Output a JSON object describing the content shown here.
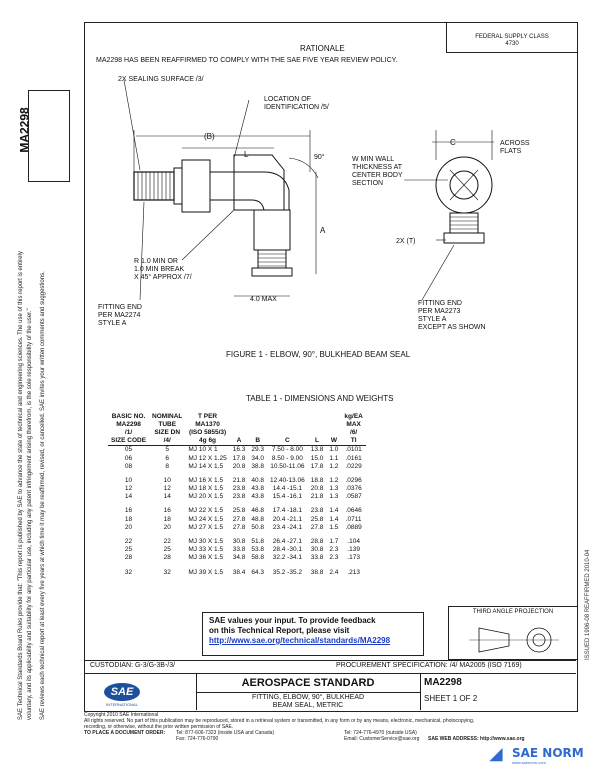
{
  "header": {
    "rationale": "RATIONALE",
    "rationale_text": "MA2298 HAS BEEN REAFFIRMED TO COMPLY WITH THE SAE FIVE YEAR REVIEW POLICY.",
    "fsc_label": "FEDERAL SUPPLY CLASS",
    "fsc_value": "4730",
    "doc_number": "MA2298"
  },
  "drawing": {
    "callouts": [
      "2X SEALING SURFACE /3/",
      "LOCATION OF",
      "IDENTIFICATION /5/",
      "L",
      "(B)",
      "90°",
      "C",
      "ACROSS",
      "FLATS",
      "W MIN WALL",
      "THICKNESS AT",
      "CENTER BODY",
      "SECTION",
      "A",
      "2X (T)",
      "R 1.0 MIN OR",
      "1.0 MIN BREAK",
      "X 45° APPROX /7/",
      "4.0 MAX",
      "FITTING END",
      "PER MA2274",
      "STYLE A",
      "FITTING END",
      "PER MA2273",
      "STYLE A",
      "EXCEPT AS SHOWN"
    ],
    "figure_caption": "FIGURE 1 - ELBOW, 90°, BULKHEAD BEAM SEAL"
  },
  "table": {
    "title": "TABLE 1 - DIMENSIONS AND WEIGHTS",
    "headers": [
      [
        "BASIC NO.",
        "NOMINAL",
        "T PER",
        "",
        "",
        "",
        "",
        "",
        "kg/EA"
      ],
      [
        "MA2298",
        "TUBE",
        "MA1370",
        "",
        "",
        "",
        "",
        "",
        "MAX"
      ],
      [
        "/1/",
        "SIZE DN",
        "(ISO 5855/3)",
        "",
        "",
        "",
        "",
        "",
        "/6/"
      ],
      [
        "SIZE CODE",
        "/4/",
        "4g 6g",
        "A",
        "B",
        "C",
        "L",
        "W",
        "TI"
      ]
    ],
    "groups": [
      [
        [
          "05",
          "5",
          "MJ 10 X 1",
          "16.3",
          "29.3",
          "7.50 - 8.00",
          "13.8",
          "1.0",
          ".0101"
        ],
        [
          "06",
          "6",
          "MJ 12 X 1.25",
          "17.8",
          "34.0",
          "8.50 - 9.00",
          "15.0",
          "1.1",
          ".0161"
        ],
        [
          "08",
          "8",
          "MJ 14 X 1.5",
          "20.8",
          "38.8",
          "10.50-11.06",
          "17.8",
          "1.2",
          ".0229"
        ]
      ],
      [
        [
          "10",
          "10",
          "MJ 16 X 1.5",
          "21.8",
          "40.8",
          "12.40-13.06",
          "18.8",
          "1.2",
          ".0296"
        ],
        [
          "12",
          "12",
          "MJ 18 X 1.5",
          "23.8",
          "43.8",
          "14.4 -15.1",
          "20.8",
          "1.3",
          ".0376"
        ],
        [
          "14",
          "14",
          "MJ 20 X 1.5",
          "23.8",
          "43.8",
          "15.4 -16.1",
          "21.8",
          "1.3",
          ".0587"
        ]
      ],
      [
        [
          "16",
          "16",
          "MJ 22 X 1.5",
          "25.8",
          "46.8",
          "17.4 -18.1",
          "23.8",
          "1.4",
          ".0646"
        ],
        [
          "18",
          "18",
          "MJ 24 X 1.5",
          "27.8",
          "48.8",
          "20.4 -21.1",
          "25.8",
          "1.4",
          ".0711"
        ],
        [
          "20",
          "20",
          "MJ 27 X 1.5",
          "27.8",
          "50.8",
          "23.4 -24.1",
          "27.8",
          "1.5",
          ".0889"
        ]
      ],
      [
        [
          "22",
          "22",
          "MJ 30 X 1.5",
          "30.8",
          "51.8",
          "26.4 -27.1",
          "28.8",
          "1.7",
          ".104"
        ],
        [
          "25",
          "25",
          "MJ 33 X 1.5",
          "33.8",
          "53.8",
          "28.4 -30.1",
          "30.8",
          "2.3",
          ".139"
        ],
        [
          "28",
          "28",
          "MJ 36 X 1.5",
          "34.8",
          "58.8",
          "32.2 -34.1",
          "33.8",
          "2.3",
          ".173"
        ]
      ],
      [
        [
          "32",
          "32",
          "MJ 39 X 1.5",
          "38.4",
          "64.3",
          "35.2 -35.2",
          "38.8",
          "2.4",
          ".213"
        ]
      ]
    ]
  },
  "feedback": {
    "line1": "SAE values your input. To provide feedback",
    "line2": "on this Technical Report, please visit",
    "link": "http://www.sae.org/technical/standards/MA2298"
  },
  "third_angle": "THIRD ANGLE PROJECTION",
  "title_block": {
    "custodian": "CUSTODIAN: G-3/G-3B-/3/",
    "procurement": "PROCUREMENT SPECIFICATION: /4/ MA2005 (ISO 7169)",
    "standard": "AEROSPACE STANDARD",
    "title1": "FITTING, ELBOW, 90°, BULKHEAD",
    "title2": "BEAM SEAL, METRIC",
    "doc": "MA2298",
    "sheet": "SHEET 1 OF 2",
    "logo_text": "SAE",
    "logo_sub": "INTERNATIONAL"
  },
  "right_margin": "ISSUED 1996-08   REAFFIRMED 2010-04",
  "left_legal": [
    "SAE Technical Standards Board Rules provide that: \"This report is published by SAE to advance the state of technical and engineering sciences. The use of this report is entirely",
    "voluntary, and its applicability and suitability for any particular use, including any patent infringement arising therefrom, is the sole responsibility of the user.\"",
    "SAE reviews each technical report at least every five years at which time it may be reaffirmed, revised, or cancelled. SAE invites your written comments and suggestions."
  ],
  "footer": {
    "line1": "Copyright 2010 SAE International",
    "line2": "All rights reserved. No part of this publication may be reproduced, stored in a retrieval system or transmitted, in any form or by any means, electronic, mechanical, photocopying,",
    "line3": "recording, or otherwise, without the prior written permission of SAE.",
    "order": "TO PLACE A DOCUMENT ORDER:",
    "tel1": "Tel: 877-606-7323 (inside USA and Canada)",
    "tel2": "Tel: 724-776-4970 (outside USA)",
    "fax": "Fax: 724-776-0790",
    "email": "Email: CustomerService@sae.org",
    "web": "SAE WEB ADDRESS: http://www.sae.org"
  },
  "watermark": {
    "text": "SAE NORM",
    "sub": "www.saenorm.com"
  }
}
